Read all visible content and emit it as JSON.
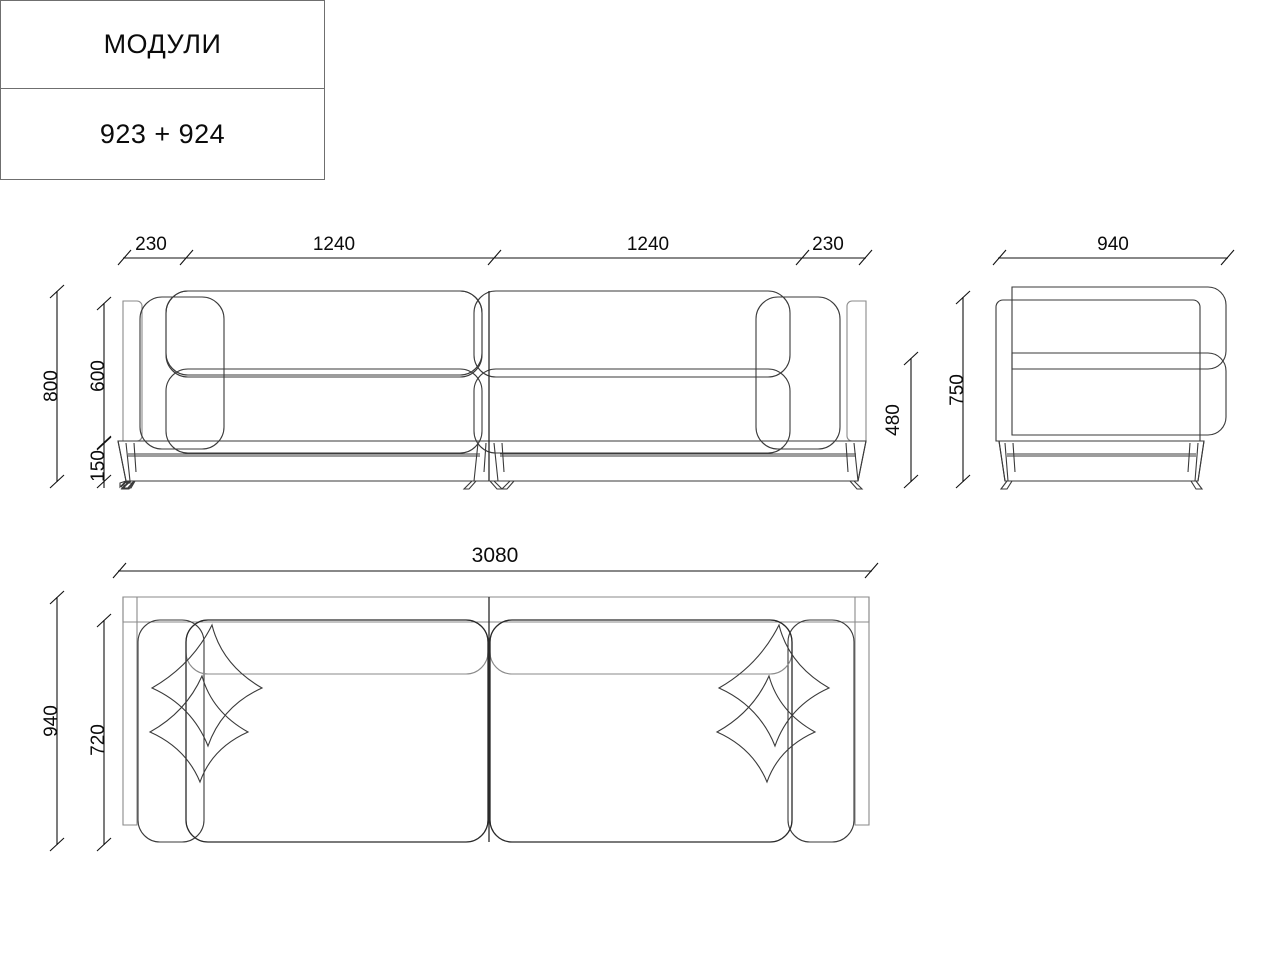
{
  "sheet": {
    "background": "#ffffff",
    "line_color": "#3a3a3a",
    "dim_color": "#111111",
    "title": "МОДУЛИ"
  },
  "title_block": {
    "name": "title-block",
    "rows": [
      {
        "label": "МОДУЛИ"
      },
      {
        "label": "923 + 924"
      }
    ]
  },
  "views": {
    "front_elevation": {
      "name": "front-elevation",
      "top_dimensions": [
        {
          "value": "230"
        },
        {
          "value": "1240"
        },
        {
          "value": "1240"
        },
        {
          "value": "230"
        }
      ],
      "left_dimensions": [
        {
          "value": "800"
        },
        {
          "value": "600"
        },
        {
          "value": "150"
        }
      ],
      "right_dimensions": [
        {
          "value": "480"
        }
      ]
    },
    "side_elevation": {
      "name": "side-elevation",
      "top_dimensions": [
        {
          "value": "940"
        }
      ],
      "left_dimensions": [
        {
          "value": "750"
        }
      ]
    },
    "plan_view": {
      "name": "plan-view",
      "top_dimensions": [
        {
          "value": "3080"
        }
      ],
      "left_dimensions": [
        {
          "value": "940"
        },
        {
          "value": "720"
        }
      ]
    }
  }
}
